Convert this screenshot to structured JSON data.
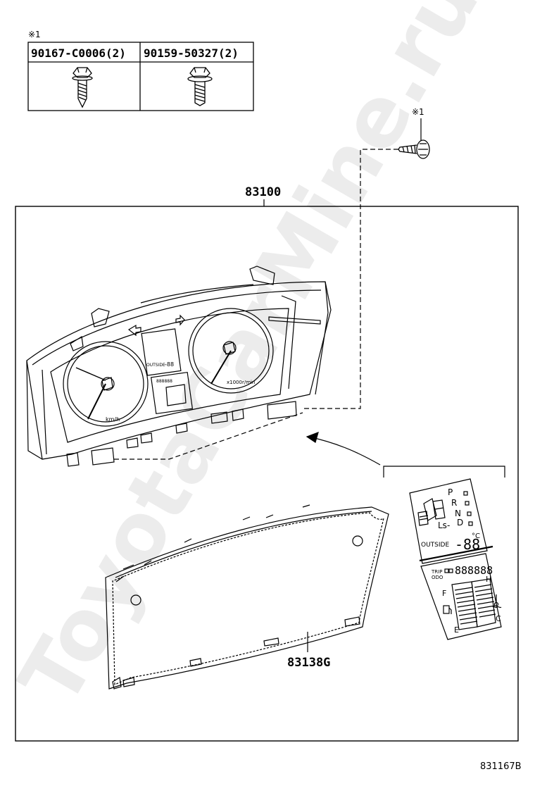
{
  "fastener_table": {
    "note_mark": "※1",
    "columns": [
      {
        "part_no": "90167-C0006(2)",
        "icon": "self-tapping-screw-icon"
      },
      {
        "part_no": "90159-50327(2)",
        "icon": "flange-screw-icon"
      }
    ]
  },
  "screw_callout": {
    "note_mark": "※1",
    "icon": "screw-icon"
  },
  "assembly": {
    "part_no": "83100"
  },
  "glass": {
    "part_no": "83138G"
  },
  "detail_display": {
    "gear_letters": [
      "P",
      "R",
      "N",
      "D"
    ],
    "gear_ls": "Ls-",
    "outside_label": "OUTSIDE",
    "outside_value": "-88",
    "outside_unit": "°C",
    "trip_label": "TRIP",
    "odo_label": "ODO",
    "trip_value": "888888",
    "fuel_full": "F",
    "fuel_empty": "E",
    "temp_hot": "H",
    "temp_cold": "C"
  },
  "speedometer": {
    "unit": "km/h"
  },
  "tachometer": {
    "unit": "x1000r/min"
  },
  "cluster_lcd": {
    "outside_label": "OUTSIDE",
    "outside_value": "-88",
    "odo_value": "888888"
  },
  "figure_code": "831167B",
  "watermark": "ToyotaCarMine.ru"
}
